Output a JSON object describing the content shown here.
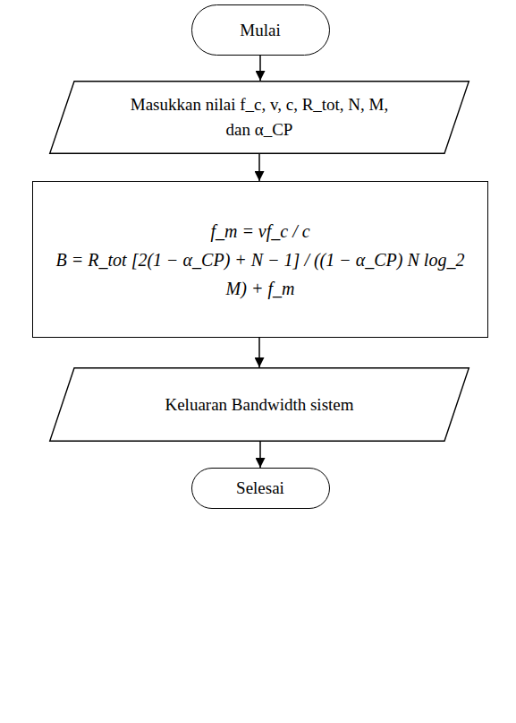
{
  "diagram": {
    "nodes": [
      {
        "text": [
          "Mulai"
        ]
      },
      {
        "text": [
          "Masukkan nilai f_c, v, c, R_tot, N, M, dan α_CP"
        ]
      },
      {
        "text": [
          "f_m = vf_c / c",
          "B = R_tot [2(1 − α_CP) + N − 1] / ((1 − α_CP) N log_2 M) + f_m"
        ]
      },
      {
        "text": [
          "Keluaran Bandwidth sistem"
        ]
      },
      {
        "text": [
          "Selesai"
        ]
      }
    ],
    "edges": [
      {
        "from": 0,
        "to": 1,
        "arrow": "to"
      },
      {
        "from": 1,
        "to": 2,
        "arrow": "to"
      },
      {
        "from": 2,
        "to": 3,
        "arrow": "to"
      },
      {
        "from": 3,
        "to": 4,
        "arrow": "to"
      }
    ]
  }
}
